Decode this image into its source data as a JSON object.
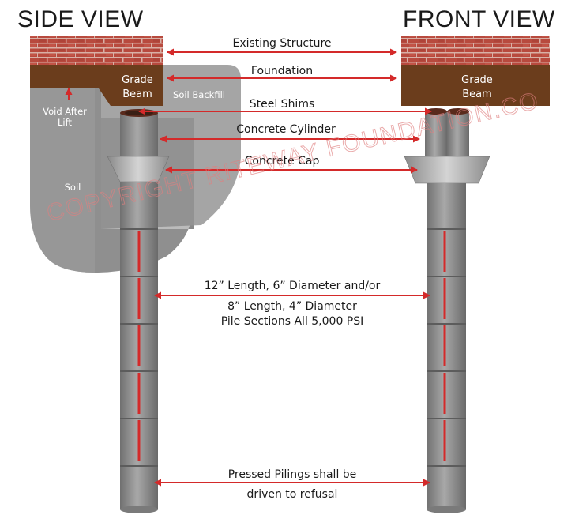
{
  "titles": {
    "side": "SIDE VIEW",
    "front": "FRONT VIEW"
  },
  "labels": {
    "existing_structure": "Existing Structure",
    "foundation": "Foundation",
    "steel_shims": "Steel Shims",
    "concrete_cylinder": "Concrete Cylinder",
    "concrete_cap": "Concrete Cap",
    "pile_line1": "12” Length, 6” Diameter and/or",
    "pile_line2": "8” Length, 4” Diameter",
    "pile_line3": "Pile Sections All 5,000 PSI",
    "refusal_line1": "Pressed Pilings shall be",
    "refusal_line2": "driven to refusal"
  },
  "side": {
    "grade_beam_1": "Grade",
    "grade_beam_2": "Beam",
    "soil_backfill": "Soil Backfill",
    "void_1": "Void After",
    "void_2": "Lift",
    "soil": "Soil"
  },
  "front": {
    "grade_beam_1": "Grade",
    "grade_beam_2": "Beam"
  },
  "watermark": "COPYRIGHT RITEWAY FOUNDATION.CO",
  "colors": {
    "arrow": "#d42a2a",
    "brick": "#b84a3e",
    "grade_beam": "#6b3d1c",
    "soil": "#8c8c8c",
    "pile": "#8a8a8a"
  }
}
